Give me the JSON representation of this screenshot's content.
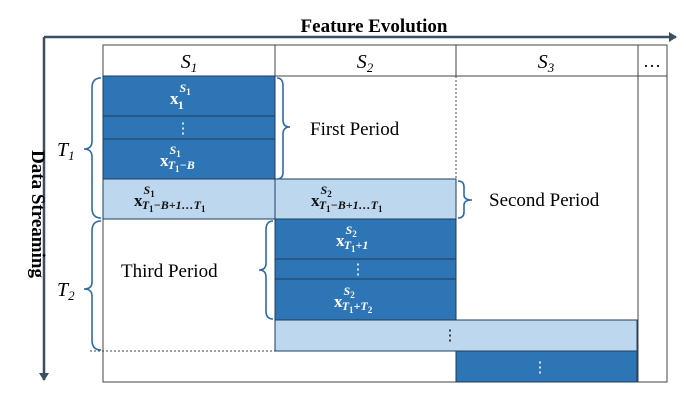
{
  "titles": {
    "top": "Feature Evolution",
    "left": "Data Streaming"
  },
  "columns": {
    "s1": {
      "base": "S",
      "sub": "1"
    },
    "s2": {
      "base": "S",
      "sub": "2"
    },
    "s3": {
      "base": "S",
      "sub": "3"
    },
    "more": "…"
  },
  "rows": {
    "t1": {
      "base": "T",
      "sub": "1"
    },
    "t2": {
      "base": "T",
      "sub": "2"
    }
  },
  "periods": {
    "first": "First Period",
    "second": "Second Period",
    "third": "Third Period"
  },
  "cells": {
    "x_s1_1": {
      "base": "x",
      "sup": "S",
      "supsub": "1",
      "sub": "1"
    },
    "dots_a": "⋮",
    "x_s1_t1b": {
      "base": "x",
      "sup": "S",
      "supsub": "1",
      "sub": "T",
      "subsub": "1",
      "subrest": "−B"
    },
    "x_s1_overlap": {
      "base": "x",
      "sup": "S",
      "supsub": "1",
      "sub": "T",
      "subsub": "1",
      "subrest": "−B+1…T",
      "subsub2": "1"
    },
    "x_s2_overlap": {
      "base": "x",
      "sup": "S",
      "supsub": "2",
      "sub": "T",
      "subsub": "1",
      "subrest": "−B+1…T",
      "subsub2": "1"
    },
    "x_s2_t1p1": {
      "base": "x",
      "sup": "S",
      "supsub": "2",
      "sub": "T",
      "subsub": "1",
      "subrest": "+1"
    },
    "dots_b": "⋮",
    "x_s2_t1t2": {
      "base": "x",
      "sup": "S",
      "supsub": "2",
      "sub": "T",
      "subsub": "1",
      "subrest": "+T",
      "subsub2": "2"
    },
    "dots_c": "⋮",
    "dots_d": "⋮"
  },
  "colors": {
    "dark": "#2e75b6",
    "light": "#bdd7ee",
    "border": "#1f3d5a",
    "arrow": "#3b4e63",
    "bracket": "#2e6aa6"
  }
}
